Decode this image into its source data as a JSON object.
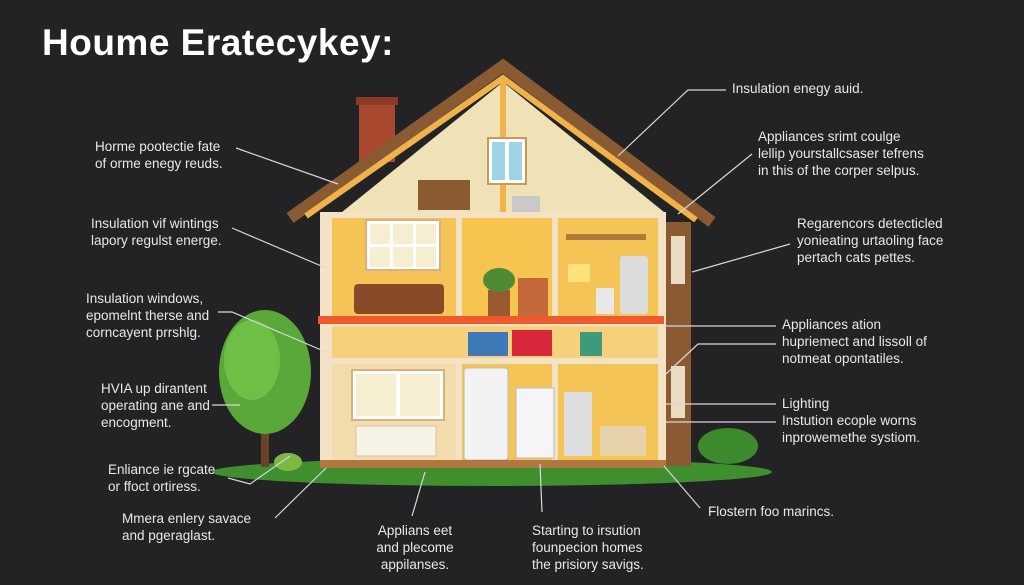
{
  "title": "Houme Eratecykey:",
  "colors": {
    "background": "#232325",
    "roof": "#8a5a33",
    "wall": "#f3e2c3",
    "room": "#f4c457",
    "accent_band": "#ec5a2e",
    "ground": "#3f8f2f",
    "tree": "#5aa83a"
  },
  "labels": [
    {
      "id": "home-protective",
      "lines": [
        "Horme pootectie fate",
        "of orme enegy reuds."
      ]
    },
    {
      "id": "insulation-windows-walls",
      "lines": [
        "Insulation vif wintings",
        "lapory regulst energe."
      ]
    },
    {
      "id": "insulation-windows",
      "lines": [
        "Insulation windows,",
        "epomelnt therse and",
        "corncayent prrshlg."
      ]
    },
    {
      "id": "hvac",
      "lines": [
        "HVIA up dirantent",
        "operating ane and",
        "encogment."
      ]
    },
    {
      "id": "enliance",
      "lines": [
        "Enliance ie rgcate",
        "or ffoct ortiress."
      ]
    },
    {
      "id": "mmera",
      "lines": [
        "Mmera enlery savace",
        "and pgeraglast."
      ]
    },
    {
      "id": "applians-bottom",
      "lines": [
        "Applians eet",
        "and plecome",
        "appilanses."
      ]
    },
    {
      "id": "starting",
      "lines": [
        "Starting to irsution",
        "founpecion homes",
        "the prisiory savigs."
      ]
    },
    {
      "id": "flostern",
      "lines": [
        "Flostern foo marincs."
      ]
    },
    {
      "id": "insulation-energy",
      "lines": [
        "Insulation enegy auid."
      ]
    },
    {
      "id": "appliances-smart",
      "lines": [
        "Appliances srimt coulge",
        "lellip yourstallcsaser tefrens",
        "in this of the corper selpus."
      ]
    },
    {
      "id": "regarencors",
      "lines": [
        "Regarencors detecticled",
        "yonieating urtaoling face",
        "pertach cats pettes."
      ]
    },
    {
      "id": "appliances-ation",
      "lines": [
        "Appliances ation",
        "hupriemect and lissoll of",
        "notmeat opontatiles."
      ]
    },
    {
      "id": "lighting",
      "lines": [
        "Lighting",
        "Instution ecople worns",
        "inprowemethe systiom."
      ]
    }
  ]
}
